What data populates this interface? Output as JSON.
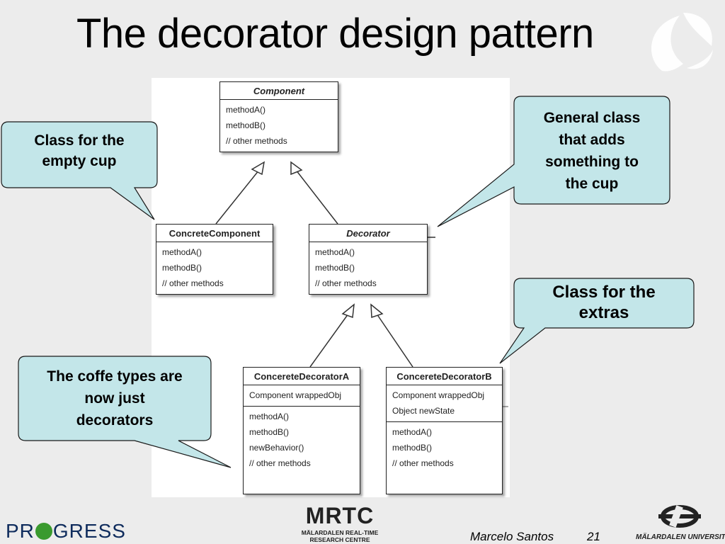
{
  "title": "The decorator design pattern",
  "diagram": {
    "classes": {
      "component": {
        "name": "Component",
        "methods": [
          "methodA()",
          "methodB()",
          "// other methods"
        ]
      },
      "concrete_component": {
        "name": "ConcreteComponent",
        "methods": [
          "methodA()",
          "methodB()",
          "// other methods"
        ]
      },
      "decorator": {
        "name": "Decorator",
        "methods": [
          "methodA()",
          "methodB()",
          "// other methods"
        ]
      },
      "decorator_a": {
        "name": "ConcereteDecoratorA",
        "attributes": [
          "Component wrappedObj"
        ],
        "methods": [
          "methodA()",
          "methodB()",
          "newBehavior()",
          "// other methods"
        ]
      },
      "decorator_b": {
        "name": "ConcereteDecoratorB",
        "attributes": [
          "Component wrappedObj",
          "Object newState"
        ],
        "methods": [
          "methodA()",
          "methodB()",
          "// other methods"
        ]
      }
    }
  },
  "callouts": {
    "empty_cup": {
      "lines": [
        "Class for the",
        "empty cup"
      ]
    },
    "general_class": {
      "lines": [
        "General class",
        "that adds",
        "something to",
        "the cup"
      ]
    },
    "extras": {
      "lines": [
        "Class for the",
        "extras"
      ]
    },
    "coffee_types": {
      "lines": [
        "The coffe types are",
        "now just",
        "decorators"
      ]
    }
  },
  "colors": {
    "callout_fill": "#c3e6e9",
    "callout_stroke": "#1a1a1a",
    "background": "#ececec",
    "progress_green": "#3a9a2e",
    "progress_blue": "#0e2b5c"
  },
  "footer": {
    "progress_logo": {
      "left": "PR",
      "right": "GRESS"
    },
    "mrtc": {
      "mark": "MRTC",
      "line1": "MÄLARDALEN REAL-TIME",
      "line2": "RESEARCH CENTRE"
    },
    "author": "Marcelo Santos",
    "page": "21",
    "university": "MÄLARDALEN UNIVERSITY"
  },
  "icons": {
    "top_right": "swoosh-globe-icon",
    "university_logo": "mdh-emblem-icon"
  }
}
